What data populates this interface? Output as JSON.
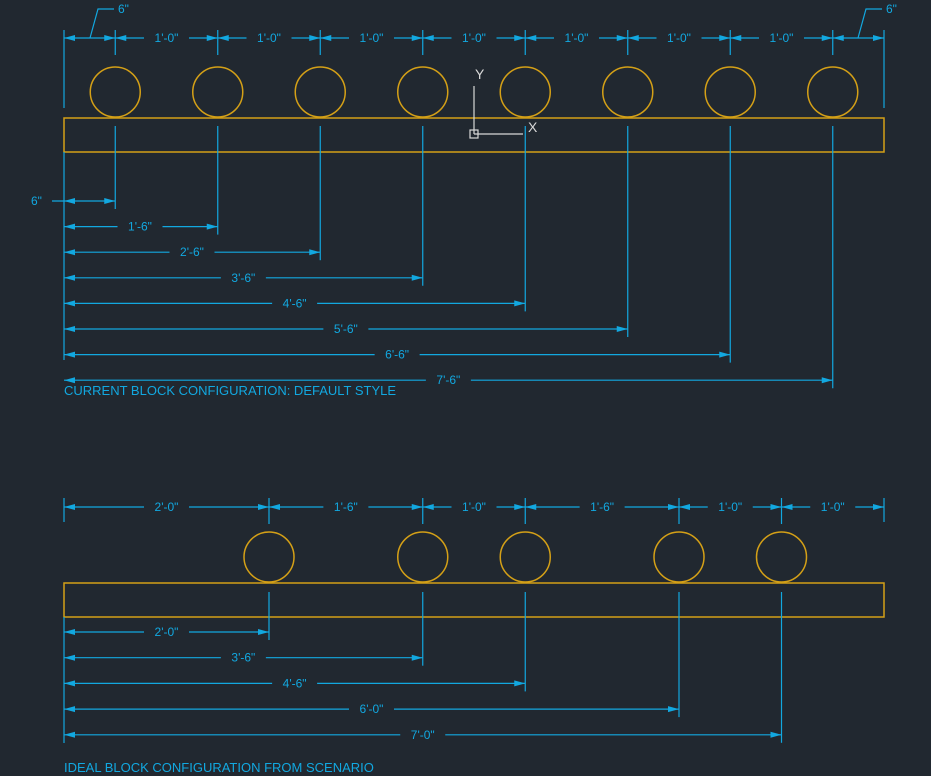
{
  "colors": {
    "background": "#212830",
    "dimension": "#12a8e0",
    "object": "#d4a017",
    "ucs": "#d8d8d8"
  },
  "ucs_icon": {
    "x_label": "X",
    "y_label": "Y"
  },
  "drawings": [
    {
      "id": "current",
      "caption": "CURRENT BLOCK CONFIGURATION: DEFAULT STYLE",
      "board_length_ft": 8.0,
      "circle_positions_ft": [
        0.5,
        1.5,
        2.5,
        3.5,
        4.5,
        5.5,
        6.5,
        7.5
      ],
      "chain_dims": [
        {
          "from": 0.0,
          "to": 0.5,
          "label": "6\"",
          "leader": "left"
        },
        {
          "from": 0.5,
          "to": 1.5,
          "label": "1'-0\""
        },
        {
          "from": 1.5,
          "to": 2.5,
          "label": "1'-0\""
        },
        {
          "from": 2.5,
          "to": 3.5,
          "label": "1'-0\""
        },
        {
          "from": 3.5,
          "to": 4.5,
          "label": "1'-0\""
        },
        {
          "from": 4.5,
          "to": 5.5,
          "label": "1'-0\""
        },
        {
          "from": 5.5,
          "to": 6.5,
          "label": "1'-0\""
        },
        {
          "from": 6.5,
          "to": 7.5,
          "label": "1'-0\""
        },
        {
          "from": 7.5,
          "to": 8.0,
          "label": "6\"",
          "leader": "right"
        }
      ],
      "baseline_dims": [
        {
          "to": 0.5,
          "label": "6\""
        },
        {
          "to": 1.5,
          "label": "1'-6\""
        },
        {
          "to": 2.5,
          "label": "2'-6\""
        },
        {
          "to": 3.5,
          "label": "3'-6\""
        },
        {
          "to": 4.5,
          "label": "4'-6\""
        },
        {
          "to": 5.5,
          "label": "5'-6\""
        },
        {
          "to": 6.5,
          "label": "6'-6\""
        },
        {
          "to": 7.5,
          "label": "7'-6\""
        }
      ]
    },
    {
      "id": "ideal",
      "caption": "IDEAL BLOCK CONFIGURATION FROM SCENARIO",
      "board_length_ft": 8.0,
      "circle_positions_ft": [
        2.0,
        3.5,
        4.5,
        6.0,
        7.0
      ],
      "chain_dims": [
        {
          "from": 0.0,
          "to": 2.0,
          "label": "2'-0\""
        },
        {
          "from": 2.0,
          "to": 3.5,
          "label": "1'-6\""
        },
        {
          "from": 3.5,
          "to": 4.5,
          "label": "1'-0\""
        },
        {
          "from": 4.5,
          "to": 6.0,
          "label": "1'-6\""
        },
        {
          "from": 6.0,
          "to": 7.0,
          "label": "1'-0\""
        },
        {
          "from": 7.0,
          "to": 8.0,
          "label": "1'-0\""
        }
      ],
      "baseline_dims": [
        {
          "to": 2.0,
          "label": "2'-0\""
        },
        {
          "to": 3.5,
          "label": "3'-6\""
        },
        {
          "to": 4.5,
          "label": "4'-6\""
        },
        {
          "to": 6.0,
          "label": "6'-0\""
        },
        {
          "to": 7.0,
          "label": "7'-0\""
        }
      ]
    }
  ]
}
